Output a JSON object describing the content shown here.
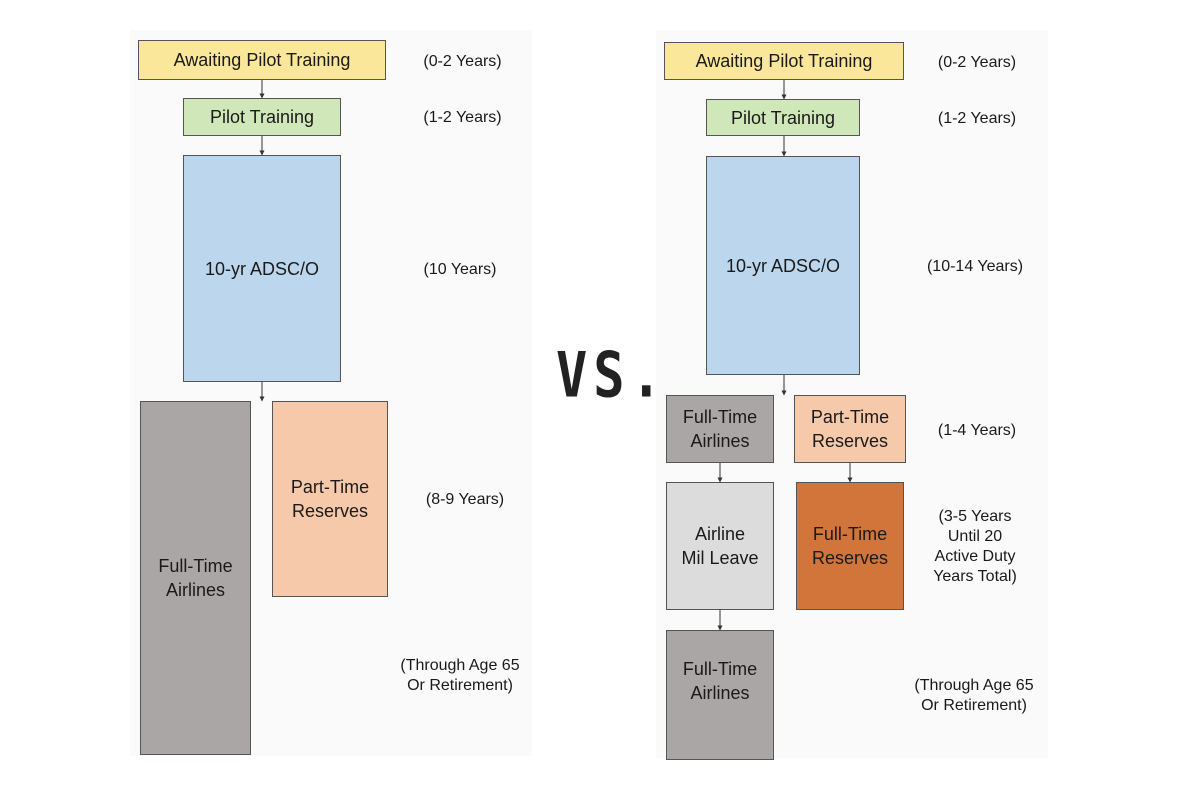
{
  "colors": {
    "awaiting": "#fbe79a",
    "training": "#cfe7b9",
    "adsc": "#bcd6ee",
    "fulltime": "#aaa6a6",
    "parttime": "#f6c9ab",
    "mil_leave": "#dcdcdc",
    "ft_reserves": "#d2753a"
  },
  "vs_label": "VS.",
  "left": {
    "awaiting": "Awaiting Pilot Training",
    "training": "Pilot Training",
    "adsc": "10-yr ADSC/O",
    "fulltime": "Full-Time\nAirlines",
    "parttime": "Part-Time\nReserves",
    "dur_awaiting": "(0-2 Years)",
    "dur_training": "(1-2 Years)",
    "dur_adsc": "(10 Years)",
    "dur_parttime": "(8-9 Years)",
    "dur_retire": "(Through Age 65\nOr Retirement)"
  },
  "right": {
    "awaiting": "Awaiting Pilot Training",
    "training": "Pilot Training",
    "adsc": "10-yr ADSC/O",
    "fulltime_1": "Full-Time\nAirlines",
    "parttime": "Part-Time\nReserves",
    "mil_leave": "Airline\nMil Leave",
    "ft_reserves": "Full-Time\nReserves",
    "fulltime_2": "Full-Time\nAirlines",
    "dur_awaiting": "(0-2 Years)",
    "dur_training": "(1-2 Years)",
    "dur_adsc": "(10-14 Years)",
    "dur_split": "(1-4 Years)",
    "dur_ftreserves": "(3-5 Years\nUntil 20\nActive Duty\nYears Total)",
    "dur_retire": "(Through Age 65\nOr Retirement)"
  }
}
